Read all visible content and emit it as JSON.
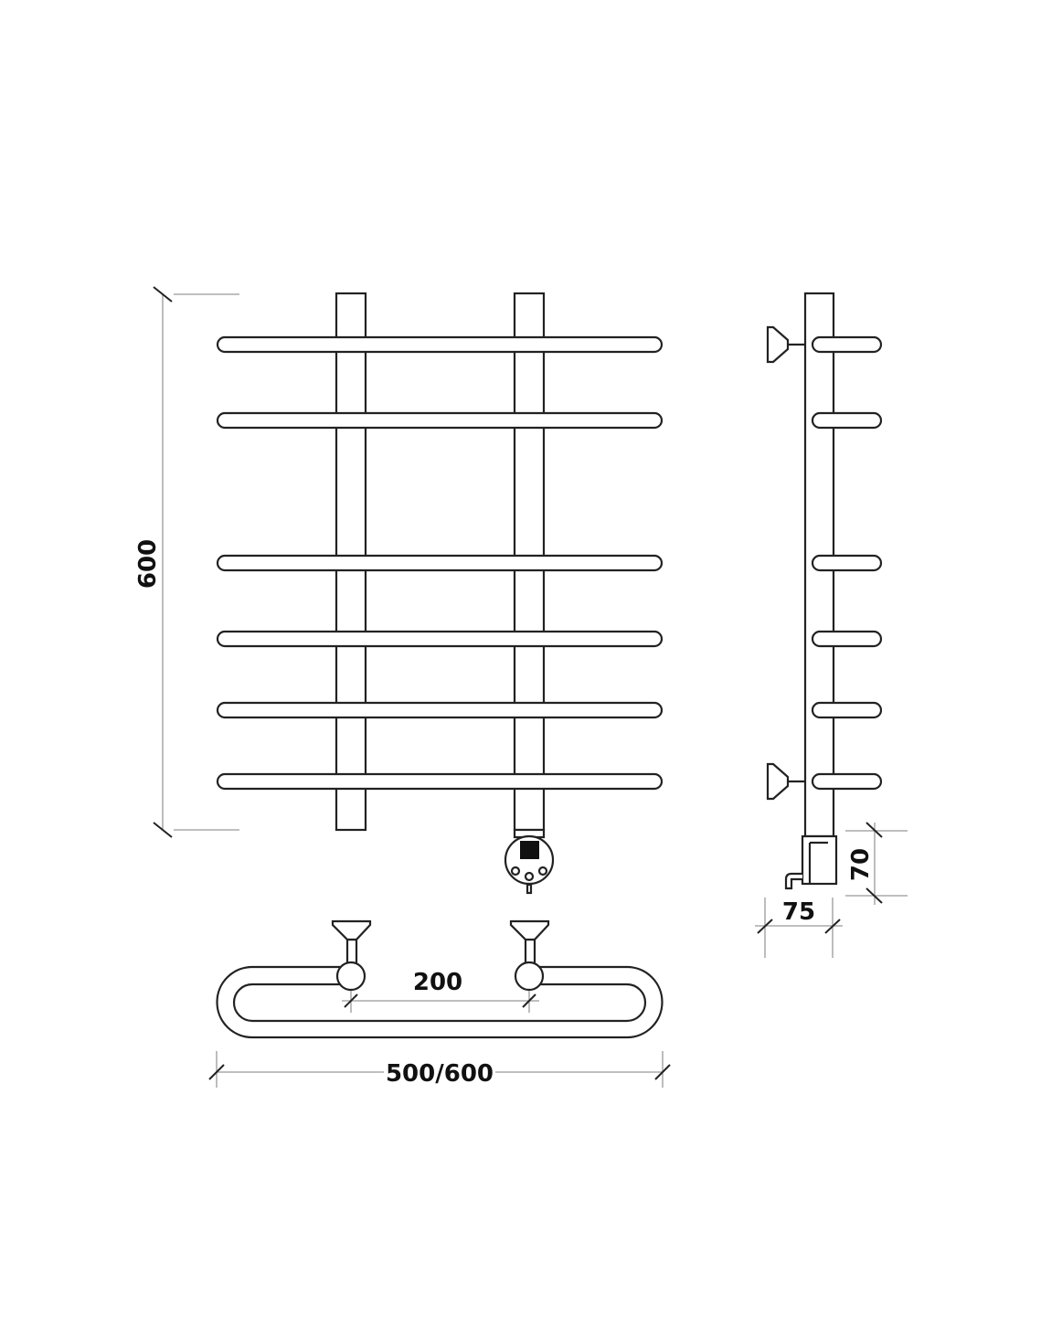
{
  "dimensions": {
    "height": "600",
    "width": "500/600",
    "axis_distance": "200",
    "depth": "75",
    "heater_height": "70"
  },
  "colors": {
    "line": "#222222",
    "extension": "#999999",
    "background": "#ffffff"
  }
}
